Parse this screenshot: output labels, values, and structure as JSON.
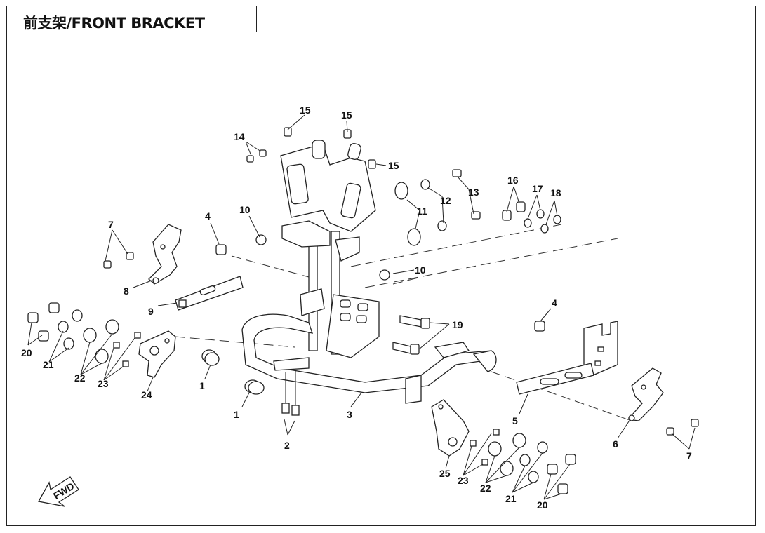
{
  "title": "前支架/FRONT BRACKET",
  "fwd": "FWD",
  "labels": {
    "p1a": "1",
    "p1b": "1",
    "p2": "2",
    "p3": "3",
    "p4a": "4",
    "p4b": "4",
    "p5": "5",
    "p6": "6",
    "p7a": "7",
    "p7b": "7",
    "p8": "8",
    "p9": "9",
    "p10a": "10",
    "p10b": "10",
    "p11": "11",
    "p12": "12",
    "p13": "13",
    "p14": "14",
    "p15a": "15",
    "p15b": "15",
    "p15c": "15",
    "p16": "16",
    "p17": "17",
    "p18": "18",
    "p19": "19",
    "p20a": "20",
    "p20b": "20",
    "p21a": "21",
    "p21b": "21",
    "p22a": "22",
    "p22b": "22",
    "p23a": "23",
    "p23b": "23",
    "p24": "24",
    "p25": "25"
  }
}
